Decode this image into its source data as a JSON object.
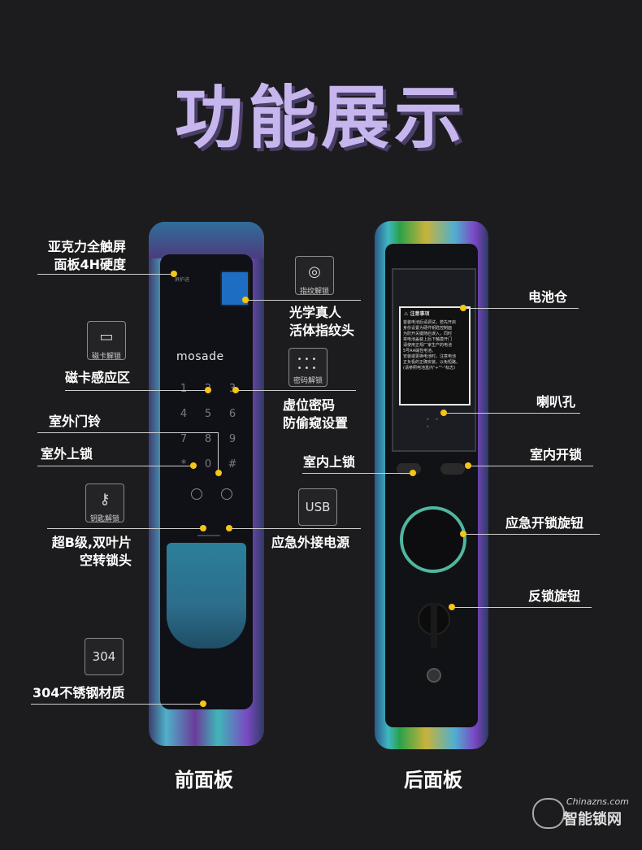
{
  "title": "功能展示",
  "front": {
    "brand": "mosade",
    "fp_small_text": "屏护进",
    "keys": [
      "1",
      "2",
      "3",
      "4",
      "5",
      "6",
      "7",
      "8",
      "9",
      "*",
      "0",
      "#"
    ],
    "name": "前面板"
  },
  "back": {
    "name": "后面板",
    "notice_title": "⚠ 注意事项",
    "notice_lines": [
      "首装电池后请调试，若先开启",
      "身份设置为硬件钥匙控制面",
      "为防开关键随后误入，同时",
      "将电池盖装上后下触摸开门",
      "请使用正规厂家生产的电池",
      "5号AA碱性电池。",
      "安装或更换电池时，注意电池",
      "正负极的正确安装，以免短路。",
      "(请参照电池盒内\"+\"\"-\"标志)"
    ]
  },
  "labels_left": {
    "acrylic": "亚克力全触屏",
    "acrylic2": "面板4H硬度",
    "card": "磁卡感应区",
    "doorbell": "室外门铃",
    "lock_outside": "室外上锁",
    "cylinder": "超B级,双叶片",
    "cylinder2": "空转锁头",
    "material": "304不锈钢材质"
  },
  "labels_mid": {
    "fingerprint": "光学真人",
    "fingerprint2": "活体指纹头",
    "password": "虚位密码",
    "password2": "防偷窥设置",
    "lock_inside": "室内上锁",
    "power": "应急外接电源"
  },
  "labels_right": {
    "battery": "电池仓",
    "speaker": "喇叭孔",
    "unlock_inside": "室内开锁",
    "emergency_knob": "应急开锁旋钮",
    "deadbolt_knob": "反锁旋钮"
  },
  "icons": {
    "card_caption": "磁卡解锁",
    "fingerprint_caption": "指纹解锁",
    "password_caption": "密码解锁",
    "key_caption": "钥匙解锁",
    "usb": "USB",
    "material_box": "304"
  },
  "watermark": {
    "en": "Chinazns.com",
    "cn": "智能锁网"
  }
}
